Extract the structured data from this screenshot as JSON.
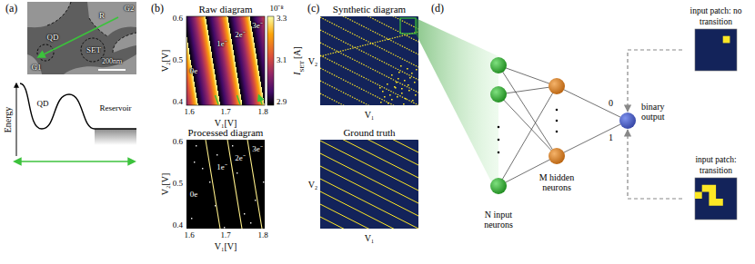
{
  "diagram": {
    "nodes": [
      {
        "text": [
          "0",
          "1",
          "binary output"
        ]
      },
      {
        "text": [
          "input patch: no transition"
        ]
      },
      {
        "text": [
          "input patch: transition"
        ]
      }
    ],
    "edges": [
      {
        "from": 1,
        "to": 0,
        "arrow": "to"
      },
      {
        "from": 2,
        "to": 0,
        "arrow": "to"
      }
    ],
    "labels": [
      "(a)",
      "G2",
      "R",
      "QD",
      "SET",
      "G1",
      "200nm",
      "Energy",
      "QD",
      "Reservoir",
      "(b)",
      "Raw diagram",
      "10⁻⁸",
      "3.3",
      "3.1",
      "2.9",
      "I",
      "SET",
      "[A]",
      "0.6",
      "0.5",
      "0.4",
      "V₂[V]",
      "1.6",
      "1.7",
      "1.8",
      "V₁[V]",
      "0e",
      "1e⁻",
      "2e⁻",
      "3e⁻",
      "Processed diagram",
      "0.6",
      "0.5",
      "0.4",
      "V₂[V]",
      "1.6",
      "1.7",
      "1.8",
      "V₁[V]",
      "0e",
      "1e⁻",
      "2e⁻",
      "3e⁻",
      "(c)",
      "Synthetic diagram",
      "V₂",
      "V₁",
      "Ground truth",
      "V₂",
      "V₁",
      "(d)",
      "N input neurons",
      "M hidden neurons"
    ]
  }
}
